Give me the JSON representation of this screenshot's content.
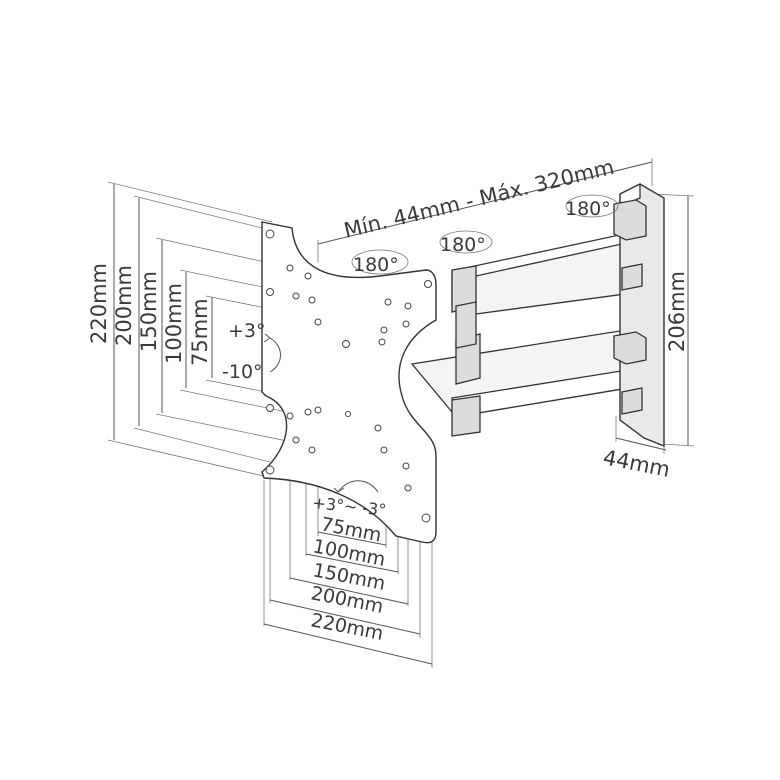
{
  "labels": {
    "extension": "Mín. 44mm - Máx. 320mm",
    "rot_wall": "180°",
    "rot_mid": "180°",
    "rot_plate": "180°",
    "tilt_up": "+3°",
    "tilt_down": "-10°",
    "swivel": "+3°~ -3°",
    "height_wall": "206mm",
    "depth_wall": "44mm",
    "v_220": "220mm",
    "v_200": "200mm",
    "v_150": "150mm",
    "v_100": "100mm",
    "v_75": "75mm",
    "h_75": "75mm",
    "h_100": "100mm",
    "h_150": "150mm",
    "h_200": "200mm",
    "h_220": "220mm"
  }
}
